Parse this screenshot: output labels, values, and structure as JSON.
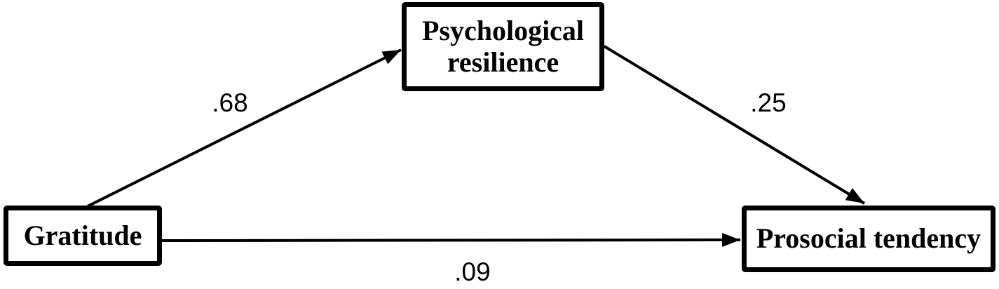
{
  "diagram": {
    "type": "mediation-path-model",
    "nodes": [
      {
        "id": "gratitude",
        "label": "Gratitude",
        "role": "predictor"
      },
      {
        "id": "psychological-resilience",
        "label": "Psychological resilience",
        "role": "mediator"
      },
      {
        "id": "prosocial-tendency",
        "label": "Prosocial tendency",
        "role": "outcome"
      }
    ],
    "edges": [
      {
        "from": "gratitude",
        "to": "psychological-resilience",
        "coefficient": ".68"
      },
      {
        "from": "psychological-resilience",
        "to": "prosocial-tendency",
        "coefficient": ".25"
      },
      {
        "from": "gratitude",
        "to": "prosocial-tendency",
        "coefficient": ".09"
      }
    ],
    "colors": {
      "line": "#000000",
      "text": "#000000",
      "background": "#ffffff"
    }
  }
}
